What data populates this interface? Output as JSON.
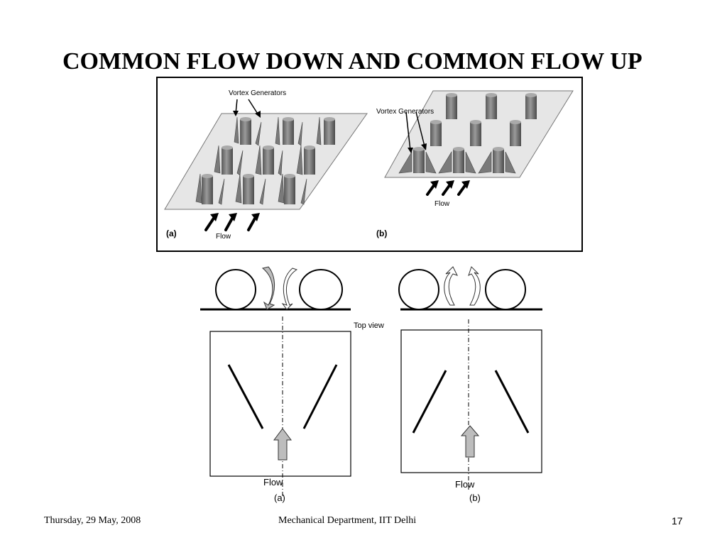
{
  "slide": {
    "title": "COMMON FLOW DOWN AND COMMON FLOW UP",
    "footer_date": "Thursday, 29 May, 2008",
    "footer_center": "Mechanical Department, IIT Delhi",
    "footer_page": "17"
  },
  "photo_figure": {
    "panel_a": {
      "annotation": "Vortex Generators",
      "flow_label": "Flow",
      "panel_tag": "(a)"
    },
    "panel_b": {
      "annotation": "Vortex Generators",
      "flow_label": "Flow",
      "panel_tag": "(b)"
    }
  },
  "schematic": {
    "top_view_label": "Top view",
    "panel_a": {
      "flow_label": "Flow",
      "panel_tag": "(a)"
    },
    "panel_b": {
      "flow_label": "Flow",
      "panel_tag": "(b)"
    }
  }
}
